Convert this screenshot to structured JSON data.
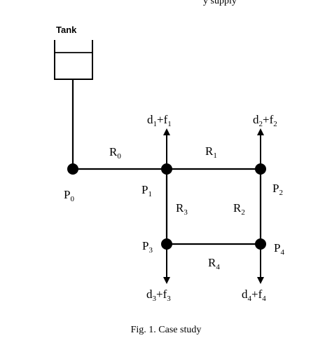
{
  "header": {
    "cut_text": "y supply"
  },
  "tank": {
    "label": "Tank"
  },
  "nodes": {
    "p0": {
      "main": "P",
      "sub": "0"
    },
    "p1": {
      "main": "P",
      "sub": "1"
    },
    "p2": {
      "main": "P",
      "sub": "2"
    },
    "p3": {
      "main": "P",
      "sub": "3"
    },
    "p4": {
      "main": "P",
      "sub": "4"
    }
  },
  "pipes": {
    "r0": {
      "main": "R",
      "sub": "0"
    },
    "r1": {
      "main": "R",
      "sub": "1"
    },
    "r2": {
      "main": "R",
      "sub": "2"
    },
    "r3": {
      "main": "R",
      "sub": "3"
    },
    "r4": {
      "main": "R",
      "sub": "4"
    }
  },
  "demands": {
    "n1": {
      "d": "d",
      "d_sub": "1",
      "plus": "+",
      "f": "f",
      "f_sub": "1"
    },
    "n2": {
      "d": "d",
      "d_sub": "2",
      "plus": "+",
      "f": "f",
      "f_sub": "2"
    },
    "n3": {
      "d": "d",
      "d_sub": "3",
      "plus": "+",
      "f": "f",
      "f_sub": "3"
    },
    "n4": {
      "d": "d",
      "d_sub": "4",
      "plus": "+",
      "f": "f",
      "f_sub": "4"
    }
  },
  "caption": {
    "text": "Fig. 1. Case study"
  },
  "colors": {
    "ink": "#000000",
    "background": "#ffffff"
  }
}
